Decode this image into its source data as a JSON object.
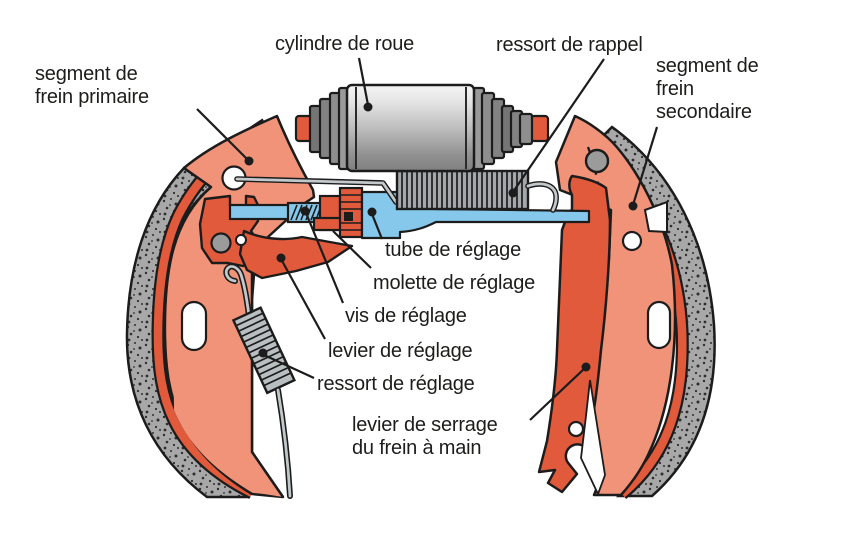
{
  "figure": {
    "type": "technical-diagram",
    "subject_labels_language": "fr"
  },
  "labels": {
    "cylindre": {
      "lines": [
        "cylindre de roue"
      ]
    },
    "rappel": {
      "lines": [
        "ressort de rappel"
      ]
    },
    "primaire": {
      "lines": [
        "segment de",
        "frein primaire"
      ]
    },
    "secondaire": {
      "lines": [
        "segment de",
        "frein",
        "secondaire"
      ]
    },
    "tube": {
      "lines": [
        "tube de réglage"
      ]
    },
    "molette": {
      "lines": [
        "molette de réglage"
      ]
    },
    "vis": {
      "lines": [
        "vis de réglage"
      ]
    },
    "levier_reglage": {
      "lines": [
        "levier de réglage"
      ]
    },
    "ressort_reglage": {
      "lines": [
        "ressort de réglage"
      ]
    },
    "serrage": {
      "lines": [
        "levier de serrage",
        "du frein à main"
      ]
    }
  },
  "colors": {
    "background": "#ffffff",
    "outline": "#1c1c1c",
    "shoe_web_salmon": "#F09379",
    "accent_red_orange": "#E05A3B",
    "adjuster_blue": "#85C8EB",
    "lining_gray": "#A8A8A8",
    "wire_gray": "#C3C8CA",
    "pivot_gray": "#9B9B9B",
    "text": "#1d1d1b"
  }
}
